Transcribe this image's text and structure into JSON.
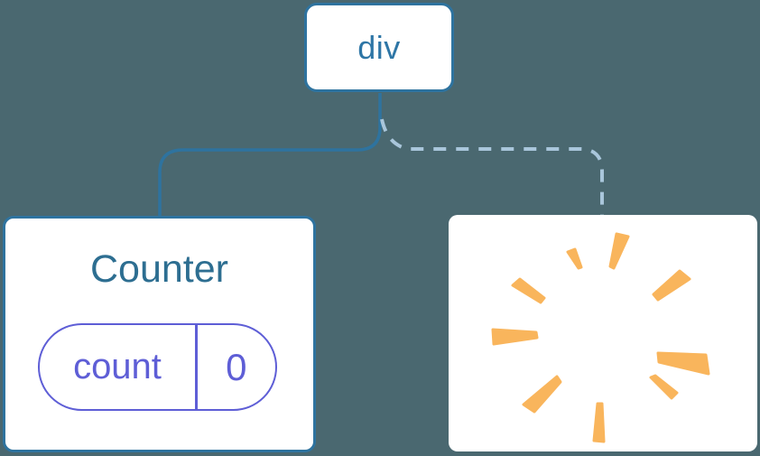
{
  "canvas": {
    "background": "#4A6870"
  },
  "colors": {
    "node_border": "#2E739F",
    "solid_edge": "#2E739F",
    "dashed_edge": "#A9C6DB",
    "root_label": "#2E76A6",
    "component_title": "#2D6E91",
    "state_accent": "#5E5ED6",
    "card_background": "#FFFFFF",
    "poof": "#F9B55C"
  },
  "tree": {
    "root": {
      "label": "div"
    },
    "edges": [
      {
        "type": "solid",
        "to": "counter"
      },
      {
        "type": "dashed",
        "to": "removed"
      }
    ],
    "children": [
      {
        "kind": "component",
        "title": "Counter",
        "state": {
          "key": "count",
          "value": "0"
        }
      },
      {
        "kind": "removed",
        "icon": "poof-starburst"
      }
    ]
  },
  "poof": {
    "wedges": [
      "186,21 199,24 183,59 179,57",
      "132,41 140,38 147,58 144,59",
      "256,62 267,71 232,94 227,88",
      "71,78 79,71 106,92 102,97",
      "49,127 50,143 98,136 97,130",
      "232,153 285,155 288,176 233,163",
      "120,179 124,185 95,218 83,210",
      "224,180 229,178 253,197 247,203",
      "165,209 170,209 172,251 161,250"
    ]
  }
}
